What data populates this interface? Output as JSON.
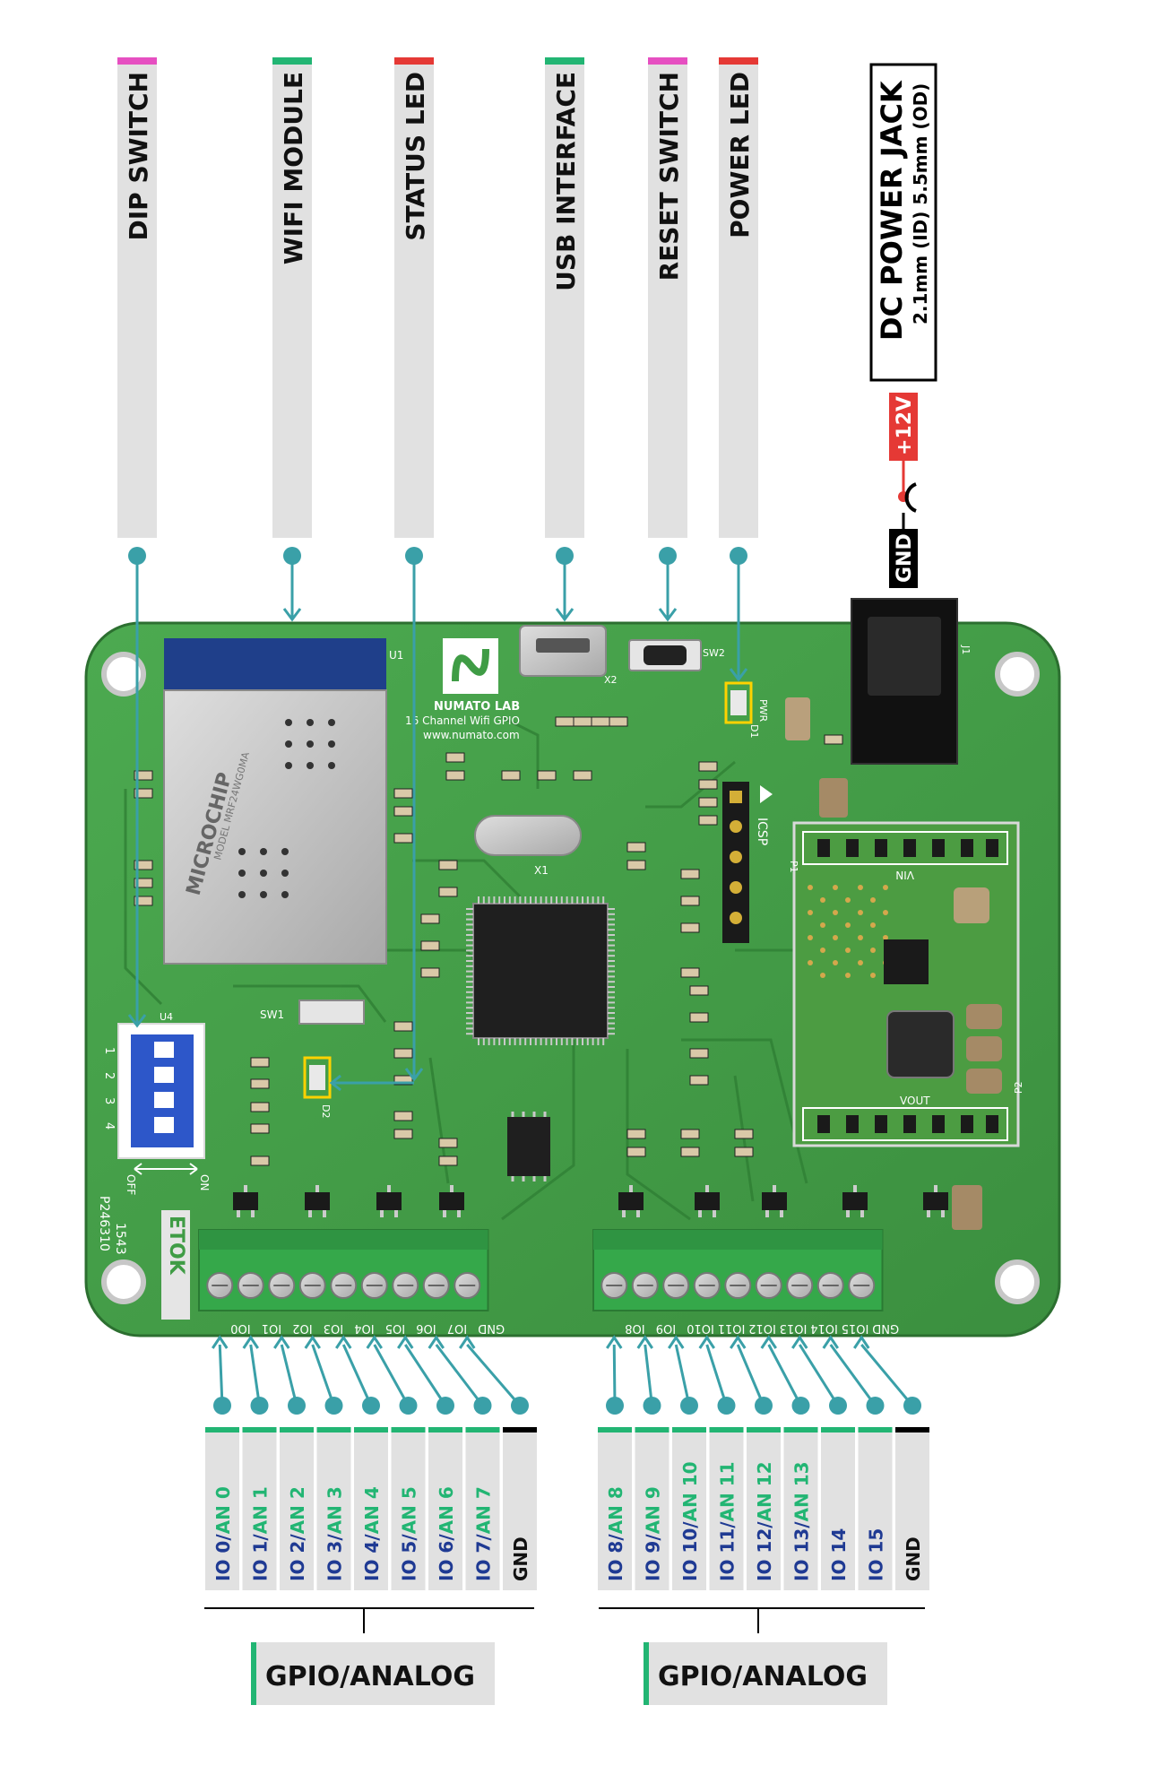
{
  "top_labels": [
    {
      "key": "dip",
      "text": "DIP SWITCH",
      "accent": "#e64fc1"
    },
    {
      "key": "wifi",
      "text": "WIFI MODULE",
      "accent": "#22b573"
    },
    {
      "key": "status",
      "text": "STATUS LED",
      "accent": "#e53935"
    },
    {
      "key": "usb",
      "text": "USB INTERFACE",
      "accent": "#22b573"
    },
    {
      "key": "reset",
      "text": "RESET SWITCH",
      "accent": "#e64fc1"
    },
    {
      "key": "power",
      "text": "POWER LED",
      "accent": "#e53935"
    }
  ],
  "dc_jack": {
    "title": "DC POWER JACK",
    "spec": "2.1mm (ID) 5.5mm (OD)",
    "plus_label": "+12V",
    "gnd_label": "GND"
  },
  "board": {
    "brand": "NUMATO LAB",
    "product": "16 Channel Wifi GPIO",
    "url": "www.numato.com",
    "module_text": "MICROCHIP",
    "module_model": "MODEL MRF24WG0MA",
    "silkscreen": {
      "u1": "U1",
      "x1": "X1",
      "x2": "X2",
      "sw1": "SW1",
      "sw2": "SW2",
      "pwr": "PWR",
      "d1": "D1",
      "d2": "D2",
      "icsp": "ICSP",
      "vin": "VIN",
      "vout": "VOUT",
      "p1": "P1",
      "p2": "P2",
      "on": "ON",
      "off": "OFF",
      "serial": "P246310",
      "date": "1543",
      "etok": "ETOK",
      "u4": "U4",
      "j1": "J1"
    },
    "terminals_left": [
      "IO0",
      "IO1",
      "IO2",
      "IO3",
      "IO4",
      "IO5",
      "IO6",
      "IO7",
      "GND"
    ],
    "terminals_right": [
      "IO8",
      "IO9",
      "IO10",
      "IO11",
      "IO12",
      "IO13",
      "IO14",
      "IO15",
      "GND"
    ],
    "dip_numbers": [
      "1",
      "2",
      "3",
      "4"
    ]
  },
  "bottom_left": [
    {
      "io": "IO 0/",
      "an": "AN 0"
    },
    {
      "io": "IO 1/",
      "an": "AN 1"
    },
    {
      "io": "IO 2/",
      "an": "AN 2"
    },
    {
      "io": "IO 3/",
      "an": "AN 3"
    },
    {
      "io": "IO 4/",
      "an": "AN 4"
    },
    {
      "io": "IO 5/",
      "an": "AN 5"
    },
    {
      "io": "IO 6/",
      "an": "AN 6"
    },
    {
      "io": "IO 7/",
      "an": "AN 7"
    },
    {
      "io": "",
      "an": "",
      "gnd": "GND"
    }
  ],
  "bottom_right": [
    {
      "io": "IO 8/",
      "an": "AN 8"
    },
    {
      "io": "IO 9/",
      "an": "AN 9"
    },
    {
      "io": "IO 10/",
      "an": "AN 10"
    },
    {
      "io": "IO 11/",
      "an": "AN 11"
    },
    {
      "io": "IO 12/",
      "an": "AN 12"
    },
    {
      "io": "IO 13/",
      "an": "AN 13"
    },
    {
      "io": "IO 14",
      "an": ""
    },
    {
      "io": "IO 15",
      "an": ""
    },
    {
      "io": "",
      "an": "",
      "gnd": "GND"
    }
  ],
  "group_labels": {
    "left": "GPIO/ANALOG",
    "right": "GPIO/ANALOG"
  },
  "colors": {
    "board": "#3f9c45",
    "board_dark": "#2e7a33",
    "label_bg": "#e1e1e1",
    "pin": "#3aa0a8",
    "io_text": "#1f3a93",
    "an_text": "#22b573",
    "terminal": "#35a84a"
  }
}
